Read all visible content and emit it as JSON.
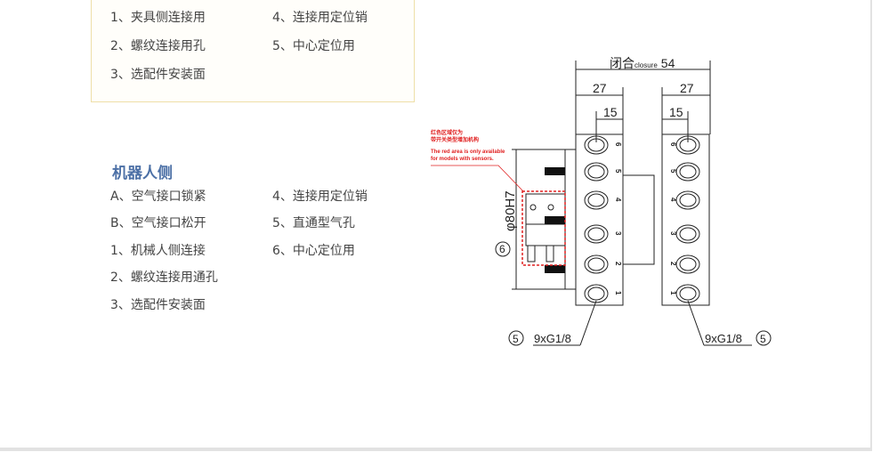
{
  "gripper_side": {
    "items_col1": [
      "1、夹具侧连接用",
      "2、螺纹连接用孔",
      "3、选配件安装面"
    ],
    "items_col2": [
      "4、连接用定位销",
      "5、中心定位用"
    ]
  },
  "robot_side": {
    "title": "机器人侧",
    "items_col1": [
      "A、空气接口锁紧",
      "B、空气接口松开",
      "1、机械人侧连接",
      "2、螺纹连接用通孔",
      "3、选配件安装面"
    ],
    "items_col2": [
      "4、连接用定位销",
      "5、直通型气孔",
      "6、中心定位用"
    ]
  },
  "drawing": {
    "closure_cn": "闭合",
    "closure_en": "closure",
    "closure_value": "54",
    "width_left": "27",
    "width_right": "27",
    "offset_left": "15",
    "offset_right": "15",
    "diameter": "φ80H7",
    "callout_6": "6",
    "callout_5": "5",
    "port_label": "9xG1/8",
    "red_note_cn_1": "红色区域仅为",
    "red_note_cn_2": "带开关类型增加机构",
    "red_note_en_1": "The red area is only available",
    "red_note_en_2": "for models with sensors.",
    "port_numbers": [
      "6",
      "5",
      "4",
      "3",
      "2",
      "1"
    ],
    "red_color": "#e02020"
  }
}
